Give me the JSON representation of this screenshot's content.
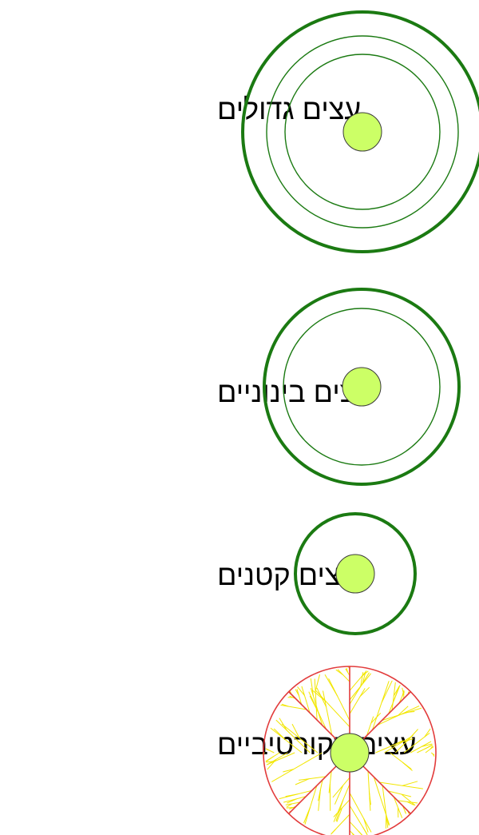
{
  "colors": {
    "background": "#ffffff",
    "ring": "#1b7a12",
    "core_fill": "#ccff66",
    "core_stroke": "#3a3a3a",
    "decorative_outline": "#e23b3b",
    "decorative_branches": "#f2e600"
  },
  "rows": [
    {
      "id": "large",
      "label": "עצים גדולים",
      "rings": 3,
      "icon": "tree-crown-large-icon"
    },
    {
      "id": "medium",
      "label": "עצים בינוניים",
      "rings": 2,
      "icon": "tree-crown-medium-icon"
    },
    {
      "id": "small",
      "label": "עצים קטנים",
      "rings": 1,
      "icon": "tree-crown-small-icon"
    },
    {
      "id": "decorative",
      "label": "עצים דקורטיביים",
      "rings": 0,
      "icon": "tree-crown-decorative-icon"
    }
  ]
}
